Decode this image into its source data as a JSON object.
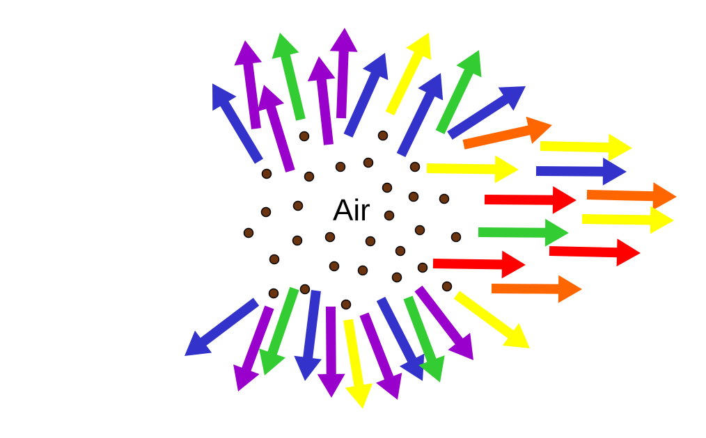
{
  "diagram": {
    "center_label": "Air",
    "colors": {
      "blue": "#3333cc",
      "purple": "#9900cc",
      "green": "#33cc33",
      "yellow": "#ffff00",
      "orange": "#ff6600",
      "red": "#ff0000",
      "particle": "#6b3410",
      "particle_outline": "#000000",
      "background": "#ffffff"
    },
    "arrow_colors_in_order": [
      "blue",
      "purple",
      "purple",
      "green",
      "purple",
      "purple",
      "blue",
      "yellow",
      "blue",
      "green",
      "blue",
      "orange",
      "yellow",
      "yellow",
      "blue",
      "red",
      "orange",
      "yellow",
      "green",
      "red",
      "red",
      "orange",
      "yellow",
      "blue",
      "purple",
      "green",
      "blue",
      "purple",
      "yellow",
      "purple",
      "blue",
      "green",
      "purple"
    ]
  }
}
